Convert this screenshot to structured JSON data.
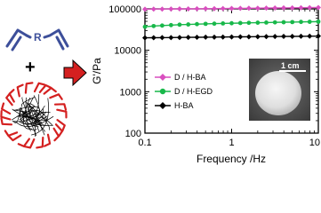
{
  "schematic": {
    "monomer_label": "R",
    "plus_sign": "+",
    "monomer_color": "#3d4f9a",
    "nanogel_chain_color": "#000000",
    "nanogel_arm_color": "#d42020",
    "arrow_color": "#d42020"
  },
  "photo": {
    "scale_bar_label": "1 cm"
  },
  "chart_data": {
    "type": "line",
    "xlabel": "Frequency /Hz",
    "ylabel": "G'/Pa",
    "xscale": "log",
    "yscale": "log",
    "xlim": [
      0.1,
      10
    ],
    "ylim": [
      100,
      100000
    ],
    "x_ticks": [
      {
        "value": 0.1,
        "label": "0.1"
      },
      {
        "value": 1,
        "label": "1"
      },
      {
        "value": 10,
        "label": "10"
      }
    ],
    "y_ticks": [
      {
        "value": 100,
        "label": "100"
      },
      {
        "value": 1000,
        "label": "1000"
      },
      {
        "value": 10000,
        "label": "10000"
      },
      {
        "value": 100000,
        "label": "100000"
      }
    ],
    "legend_position": "middle-left",
    "x": [
      0.1,
      0.126,
      0.158,
      0.2,
      0.251,
      0.316,
      0.398,
      0.501,
      0.631,
      0.794,
      1,
      1.26,
      1.58,
      2,
      2.51,
      3.16,
      3.98,
      5.01,
      6.31,
      7.94,
      10
    ],
    "series": [
      {
        "name": "D / H-BA",
        "color": "#d94fbf",
        "marker": "diamond",
        "values": [
          98000,
          98500,
          99000,
          99500,
          100000,
          100000,
          100500,
          101000,
          101500,
          102000,
          102500,
          103000,
          103500,
          104000,
          104500,
          105000,
          105500,
          106000,
          106500,
          107000,
          107500
        ]
      },
      {
        "name": "D / H-EGD",
        "color": "#18b84a",
        "marker": "circle",
        "values": [
          37000,
          38500,
          39500,
          40500,
          41500,
          42000,
          42800,
          43500,
          44000,
          44500,
          45000,
          45500,
          46000,
          46400,
          46800,
          47200,
          47600,
          48000,
          48400,
          48800,
          49200
        ]
      },
      {
        "name": "H-BA",
        "color": "#000000",
        "marker": "diamond",
        "values": [
          20000,
          20100,
          20200,
          20300,
          20400,
          20500,
          20600,
          20700,
          20800,
          20900,
          21000,
          21100,
          21200,
          21300,
          21400,
          21500,
          21600,
          21700,
          21800,
          21900,
          22000
        ]
      }
    ]
  }
}
